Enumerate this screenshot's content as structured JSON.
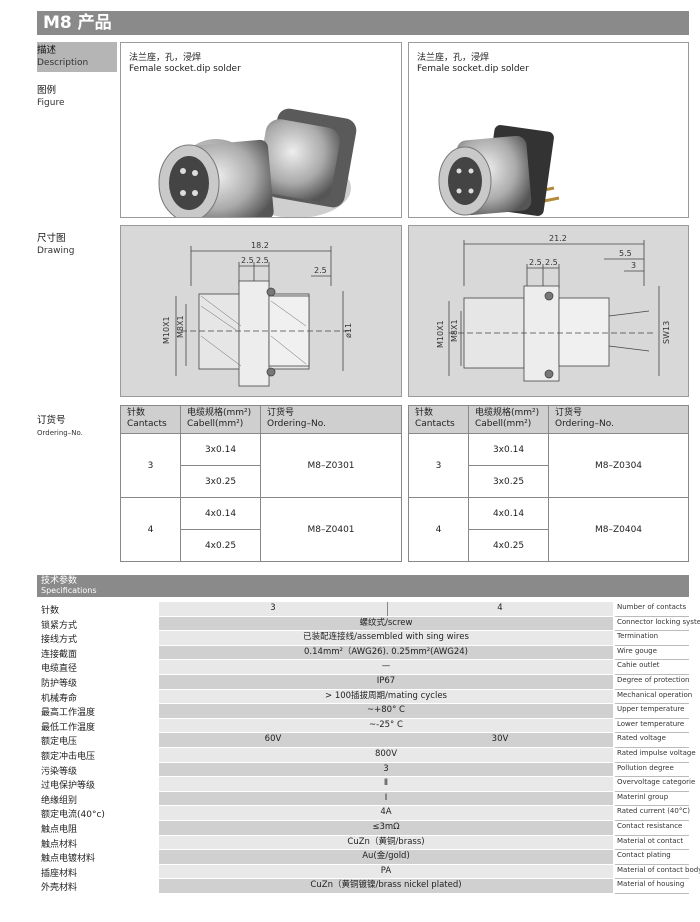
{
  "title": "M8 产品",
  "sections": {
    "description": {
      "zh": "描述",
      "en": "Description"
    },
    "figure": {
      "zh": "图例",
      "en": "Figure"
    },
    "drawing": {
      "zh": "尺寸图",
      "en": "Drawing"
    },
    "ordering": {
      "zh": "订货号",
      "en": "Ordering–No."
    }
  },
  "products": [
    {
      "caption_zh": "法兰座，孔，浸焊",
      "caption_en": "Female socket.dip solder"
    },
    {
      "caption_zh": "法兰座，孔，浸焊",
      "caption_en": "Female socket.dip solder"
    }
  ],
  "drawing_left": {
    "dims": [
      "18.2",
      "2.5",
      "2.5",
      "2.5",
      "M10X1",
      "M8X1",
      "ø11"
    ]
  },
  "drawing_right": {
    "dims": [
      "21.2",
      "5.5",
      "2.5",
      "2.5",
      "3",
      "M10X1",
      "M8X1",
      "SW13"
    ]
  },
  "ordering_table_headers": {
    "contacts_zh": "针数",
    "contacts_en": "Cantacts",
    "cable_zh": "电缆规格(mm²)",
    "cable_en": "Cabell(mm²)",
    "order_zh": "订货号",
    "order_en": "Ordering–No."
  },
  "ordering_left": [
    {
      "contacts": "3",
      "cables": [
        "3x0.14",
        "3x0.25"
      ],
      "order": "M8–Z0301"
    },
    {
      "contacts": "4",
      "cables": [
        "4x0.14",
        "4x0.25"
      ],
      "order": "M8–Z0401"
    }
  ],
  "ordering_right": [
    {
      "contacts": "3",
      "cables": [
        "3x0.14",
        "3x0.25"
      ],
      "order": "M8–Z0304"
    },
    {
      "contacts": "4",
      "cables": [
        "4x0.14",
        "4x0.25"
      ],
      "order": "M8–Z0404"
    }
  ],
  "spec_header": {
    "zh": "技术参数",
    "en": "Specifications"
  },
  "specs": [
    {
      "zh": "针数",
      "v1": "3",
      "v2": "4",
      "en": "Number of contacts"
    },
    {
      "zh": "锁紧方式",
      "val": "螺纹式/screw",
      "en": "Connector locking system"
    },
    {
      "zh": "接线方式",
      "val": "已装配连接线/assembled with sing wires",
      "en": "Termination"
    },
    {
      "zh": "连接截面",
      "val": "0.14mm²（AWG26). 0.25mm²(AWG24)",
      "en": "Wire gouge"
    },
    {
      "zh": "电缆直径",
      "val": "—",
      "en": "Cahie outlet"
    },
    {
      "zh": "防护等级",
      "val": "IP67",
      "en": "Degree of protection"
    },
    {
      "zh": "机械寿命",
      "val": "> 100插拔周期/mating cycles",
      "en": "Mechanical operation"
    },
    {
      "zh": "最高工作温度",
      "val": "~+80° C",
      "en": "Upper temperature"
    },
    {
      "zh": "最低工作温度",
      "val": "~-25° C",
      "en": "Lower temperature"
    },
    {
      "zh": "额定电压",
      "v1": "60V",
      "v2": "30V",
      "en": "Rated voltage"
    },
    {
      "zh": "额定冲击电压",
      "val": "800V",
      "en": "Rated impulse voltage"
    },
    {
      "zh": "污染等级",
      "val": "3",
      "en": "Pollution degree"
    },
    {
      "zh": "过电保护等级",
      "val": "Ⅱ",
      "en": "Overvoltage categorie"
    },
    {
      "zh": "绝缘组别",
      "val": "Ⅰ",
      "en": "Materinl group"
    },
    {
      "zh": "额定电流(40°c)",
      "val": "4A",
      "en": "Rated current (40°C)"
    },
    {
      "zh": "触点电阻",
      "val": "≤3mΩ",
      "en": "Contact resistance"
    },
    {
      "zh": "触点材料",
      "val": "CuZn（黄铜/brass)",
      "en": "Material ot contact"
    },
    {
      "zh": "触点电镀材料",
      "val": "Au(金/gold)",
      "en": "Contact plating"
    },
    {
      "zh": "插座材料",
      "val": "PA",
      "en": "Material of contact body"
    },
    {
      "zh": "外壳材料",
      "val": "CuZn（黄铜镀镍/brass nickel plated)",
      "en": "Material of housing"
    }
  ]
}
